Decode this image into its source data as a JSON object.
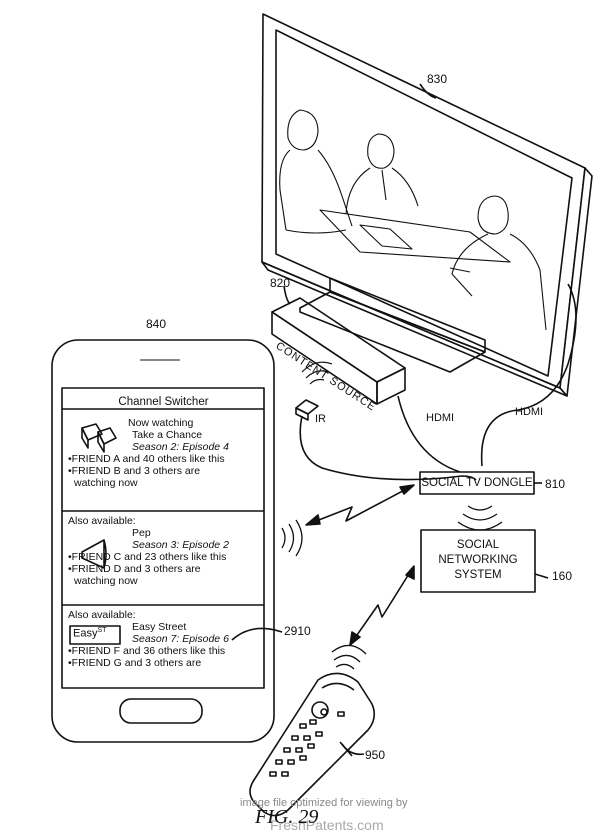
{
  "refs": {
    "tv": "830",
    "content_source": "820",
    "phone": "840",
    "dongle": "810",
    "social_system": "160",
    "remote": "950",
    "listing": "2910"
  },
  "content_source_label": "CONTENT SOURCE",
  "dongle_label": "SOCIAL TV DONGLE",
  "social_system_lines": [
    "SOCIAL",
    "NETWORKING",
    "SYSTEM"
  ],
  "hdmi_left": "HDMI",
  "hdmi_right": "HDMI",
  "ir_label": "IR",
  "phone": {
    "header": "Channel Switcher",
    "now_watching": {
      "heading": "Now watching",
      "title": "Take a Chance",
      "episode": "Season 2: Episode 4",
      "bullets": [
        "•FRIEND A and 40 others like this",
        "•FRIEND B and 3 others are",
        "watching now"
      ]
    },
    "also1": {
      "heading": "Also available:",
      "title": "Pep",
      "episode": "Season 3: Episode 2",
      "bullets": [
        "•FRIEND C and 23 others like this",
        "•FRIEND D and 3 others are",
        "watching now"
      ]
    },
    "also2": {
      "heading": "Also available:",
      "logo": "Easy",
      "logo_sup": "ST",
      "title": "Easy Street",
      "episode": "Season 7: Episode 6",
      "bullets": [
        "•FRIEND F and 36 others like this",
        "•FRIEND G and 3 others are"
      ]
    }
  },
  "footer_note": "image file optimized for viewing by",
  "footer_site": "FreshPatents.com",
  "figure_caption": "FIG. 29"
}
